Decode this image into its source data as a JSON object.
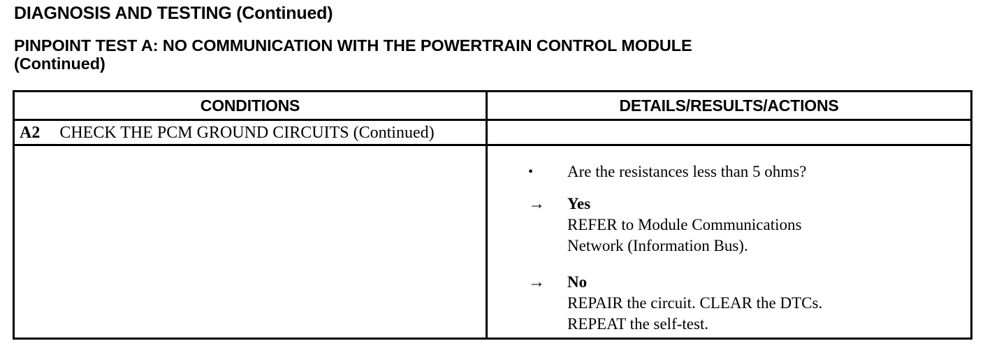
{
  "headings": {
    "main": "DIAGNOSIS AND TESTING (Continued)",
    "sub_line1": "PINPOINT TEST A: NO COMMUNICATION WITH THE POWERTRAIN CONTROL MODULE",
    "sub_line2": "(Continued)"
  },
  "table": {
    "columns": {
      "conditions": "CONDITIONS",
      "details": "DETAILS/RESULTS/ACTIONS"
    },
    "step": {
      "id": "A2",
      "title": "CHECK THE PCM GROUND CIRCUITS (Continued)"
    },
    "conditions_cell": "",
    "details": {
      "bullet_marker": "•",
      "arrow_marker": "→",
      "question": "Are the resistances less than 5 ohms?",
      "outcomes": [
        {
          "answer": "Yes",
          "action_line1": "REFER to Module Communications",
          "action_line2": "Network (Information Bus)."
        },
        {
          "answer": "No",
          "action_line1": "REPAIR the circuit. CLEAR the DTCs.",
          "action_line2": "REPEAT the self-test."
        }
      ]
    }
  },
  "colors": {
    "ink": "#000000",
    "paper": "#ffffff"
  }
}
